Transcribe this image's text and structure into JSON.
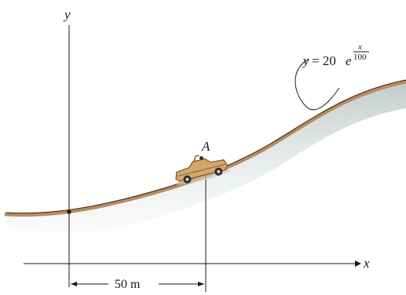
{
  "axes": {
    "x_label": "x",
    "y_label": "y"
  },
  "point_label": "A",
  "equation": {
    "lhs": "y",
    "rhs_coeff": "= 20",
    "base": "e",
    "exp_num": "x",
    "exp_den": "100"
  },
  "dimension": {
    "label": "50 m"
  },
  "colors": {
    "road": "#b98a61",
    "road_shadow": "#c7d0d0",
    "car_body": "#d2a86b",
    "car_trim": "#7a4f2a",
    "line": "#1a1a1a"
  }
}
